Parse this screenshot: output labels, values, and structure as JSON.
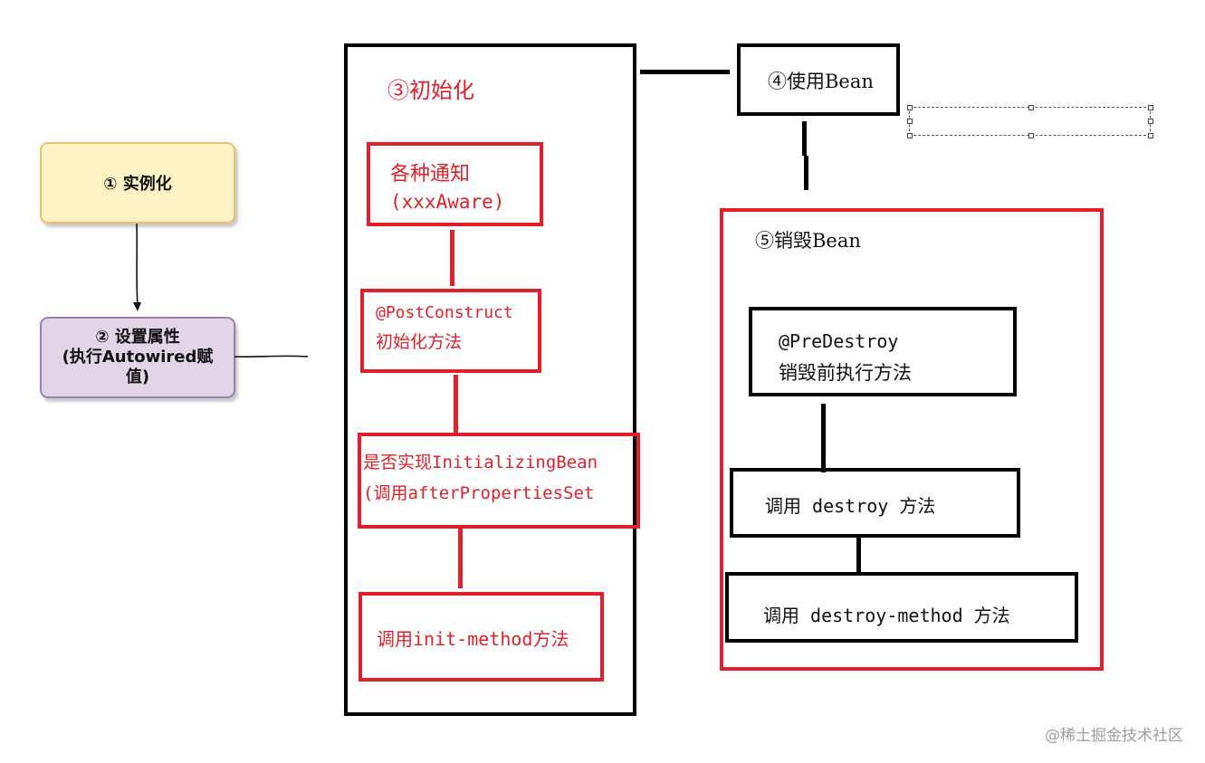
{
  "nodes": {
    "instantiate": "① 实例化",
    "set_properties_line1": "② 设置属性",
    "set_properties_line2": "(执行Autowired赋",
    "set_properties_line3": "值)"
  },
  "initialization": {
    "title": "③初始化",
    "aware_line1": "各种通知",
    "aware_line2": "(xxxAware)",
    "postconstruct_line1": "@PostConstruct",
    "postconstruct_line2": "初始化方法",
    "initializingbean_line1": "是否实现InitializingBean",
    "initializingbean_line2": "(调用afterPropertiesSet",
    "init_method": "调用init-method方法"
  },
  "use": {
    "title": "④使用Bean"
  },
  "destroy": {
    "title": "⑤销毁Bean",
    "predestroy_line1": "@PreDestroy",
    "predestroy_line2": "销毁前执行方法",
    "destroy_call": "调用 destroy 方法",
    "destroy_method": "调用 destroy-method 方法"
  },
  "watermark": "@稀土掘金技术社区",
  "colors": {
    "red": "#e0202a",
    "black": "#000000",
    "yellow_fill": "#fdf2c4",
    "purple_fill": "#e1d5e7"
  }
}
